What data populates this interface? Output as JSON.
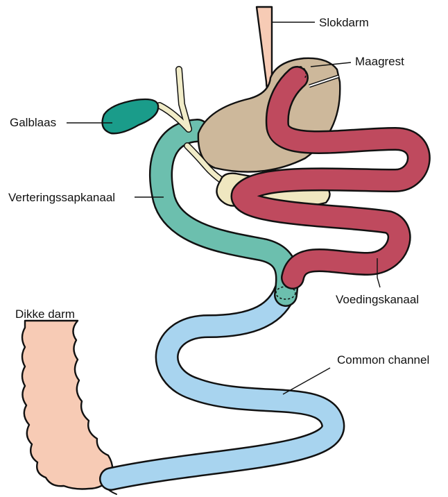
{
  "labels": {
    "slokdarm": "Slokdarm",
    "maagrest": "Maagrest",
    "galblaas": "Galblaas",
    "verteringssapkanaal": "Verteringssapkanaal",
    "dikke_darm": "Dikke darm",
    "voedingskanaal": "Voedingskanaal",
    "common_channel": "Common channel"
  },
  "colors": {
    "esophagus": "#f7cbb5",
    "stomach": "#cdb89b",
    "gallbladder": "#1a9c8a",
    "bile_ducts": "#f1ecc8",
    "pancreas": "#efe7c0",
    "digestive_limb": "#6cbfae",
    "alimentary_limb": "#bf4a5e",
    "common_channel": "#a8d4ef",
    "colon": "#f7cbb5",
    "outline": "#111111"
  }
}
